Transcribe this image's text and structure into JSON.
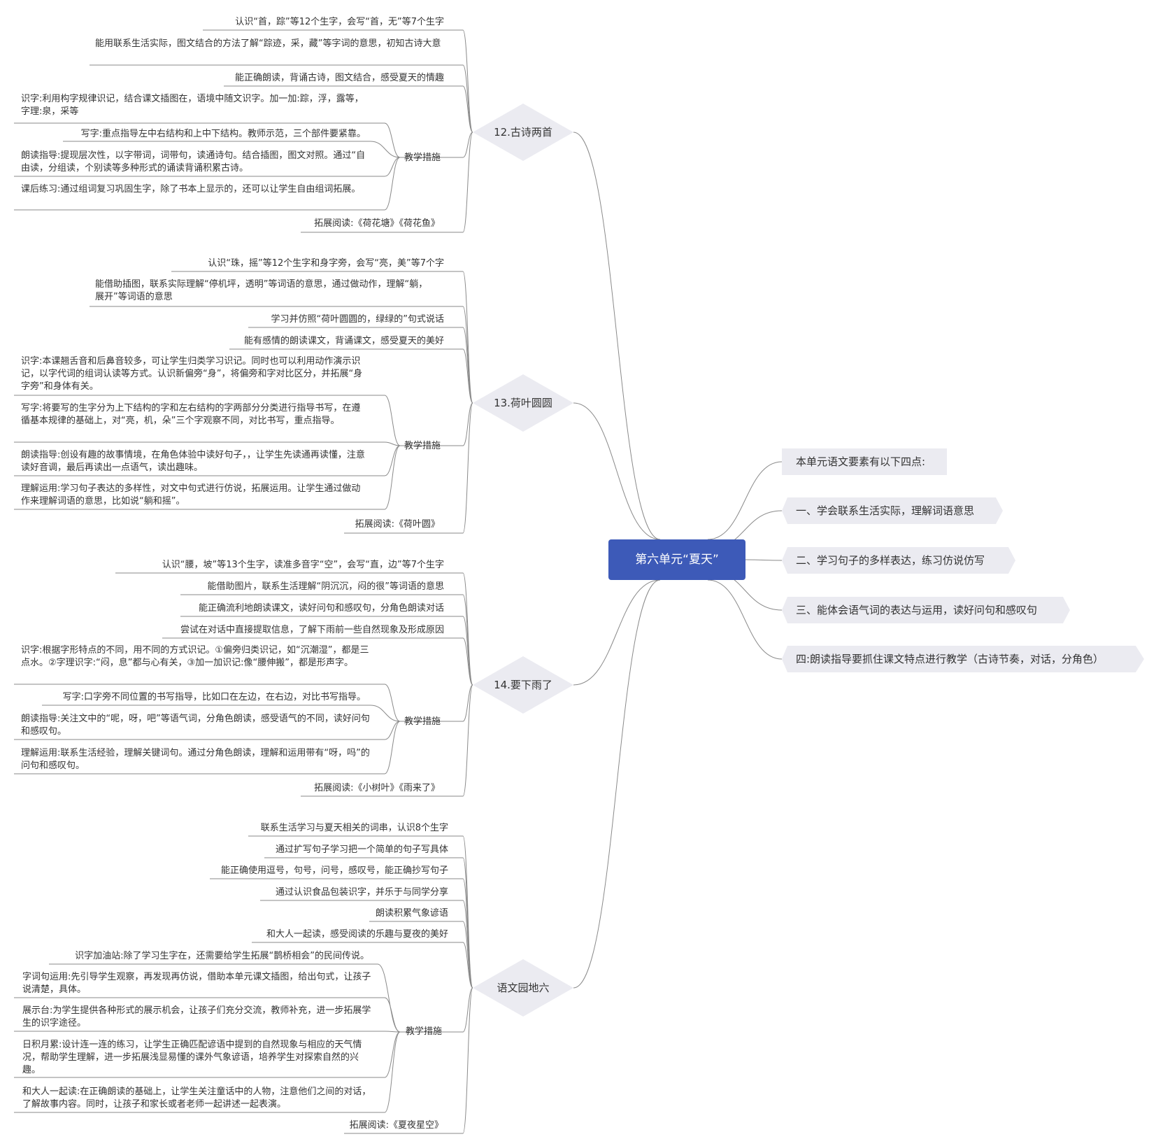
{
  "root": {
    "label": "第六单元“夏天”"
  },
  "right": [
    "本单元语文要素有以下四点:",
    "一、学会联系生活实际，理解词语意思",
    "二、学习句子的多样表达，练习仿说仿写",
    "三、能体会语气词的表达与运用，读好问句和感叹句",
    "四:朗读指导要抓住课文特点进行教学（古诗节奏，对话，分角色）"
  ],
  "branches": [
    {
      "label": "12.古诗两首",
      "goals": [
        "认识“首，踪”等12个生字，会写“首，无”等7个生字",
        "能用联系生活实际，图文结合的方法了解“踪迹，采，藏”等字词的意思，初知古诗大意",
        "能正确朗读，背诵古诗，图文结合，感受夏天的情趣"
      ],
      "measures_label": "教学措施",
      "measures": [
        "识字:利用构字规律识记，结合课文插图在，语境中随文识字。加一加:踪，浮，露等，字理:泉，采等",
        "写字:重点指导左中右结构和上中下结构。教师示范，三个部件要紧靠。",
        "朗读指导:提现层次性，以字带词，词带句，读通诗句。结合插图，图文对照。通过“自由读，分组读，个别读等多种形式的诵读背诵积累古诗。",
        "课后练习:通过组词复习巩固生字，除了书本上显示的，还可以让学生自由组词拓展。"
      ],
      "extended": "拓展阅读:《荷花塘》《荷花鱼》"
    },
    {
      "label": "13.荷叶圆圆",
      "goals": [
        "认识“珠，摇”等12个生字和身字旁，会写“亮，美”等7个字",
        "能借助插图，联系实际理解“停机坪，透明”等词语的意思，通过做动作，理解“躺，展开”等词语的意思",
        "学习并仿照“荷叶圆圆的，绿绿的”句式说话",
        "能有感情的朗读课文，背诵课文，感受夏天的美好"
      ],
      "measures_label": "教学措施",
      "measures": [
        "识字:本课翘舌音和后鼻音较多，可让学生归类学习识记。同时也可以利用动作演示识记，以字代词的组词认读等方式。认识新偏旁“身”，将偏旁和字对比区分，并拓展“身字旁”和身体有关。",
        "写字:将要写的生字分为上下结构的字和左右结构的字两部分分类进行指导书写，在遵循基本规律的基础上，对“亮，机，朵”三个字观察不同，对比书写，重点指导。",
        "朗读指导:创设有趣的故事情境，在角色体验中读好句子，，让学生先读通再读懂，注意读好音调，最后再读出一点语气，读出趣味。",
        "理解运用:学习句子表达的多样性，对文中句式进行仿说，拓展运用。让学生通过做动作来理解词语的意思，比如说“躺和摇”。"
      ],
      "extended": "拓展阅读:《荷叶圆》"
    },
    {
      "label": "14.要下雨了",
      "goals": [
        "认识“腰，坡”等13个生字，读准多音字“空”，会写“直，边”等7个生字",
        "能借助图片，联系生活理解“阴沉沉，闷的很”等词语的意思",
        "能正确流利地朗读课文，读好问句和感叹句，分角色朗读对话",
        "尝试在对话中直接提取信息，了解下雨前一些自然现象及形成原因"
      ],
      "measures_label": "教学措施",
      "measures": [
        "识字:根据字形特点的不同，用不同的方式识记。①偏旁归类识记，如“沉潮湿”，都是三点水。②字理识字:“闷，息”都与心有关，③加一加识记:像“腰伸搬”，都是形声字。",
        "写字:口字旁不同位置的书写指导，比如口在左边，在右边，对比书写指导。",
        "朗读指导:关注文中的“呢，呀，吧”等语气词，分角色朗读，感受语气的不同，读好问句和感叹句。",
        "理解运用:联系生活经验，理解关键词句。通过分角色朗读，理解和运用带有“呀，吗”的问句和感叹句。"
      ],
      "extended": "拓展阅读:《小树叶》《雨来了》"
    },
    {
      "label": "语文园地六",
      "goals": [
        "联系生活学习与夏天相关的词串，认识8个生字",
        "通过扩写句子学习把一个简单的句子写具体",
        "能正确使用逗号，句号，问号，感叹号，能正确抄写句子",
        "通过认识食品包装识字，并乐于与同学分享",
        "朗读积累气象谚语",
        "和大人一起读，感受阅读的乐趣与夏夜的美好"
      ],
      "measures_label": "教学措施",
      "measures": [
        "识字加油站:除了学习生字在，还需要给学生拓展“鹊桥相会”的民间传说。",
        "字词句运用:先引导学生观察，再发现再仿说，借助本单元课文插图，给出句式，让孩子说清楚，具体。",
        "展示台:为学生提供各种形式的展示机会，让孩子们充分交流，教师补充，进一步拓展学生的识字途径。",
        "日积月累:设计连一连的练习，让学生正确匹配谚语中提到的自然现象与相应的天气情况，帮助学生理解，进一步拓展浅显易懂的课外气象谚语，培养学生对探索自然的兴趣。",
        "和大人一起读:在正确朗读的基础上，让学生关注童话中的人物，注意他们之间的对话，了解故事内容。同时，让孩子和家长或者老师一起讲述一起表演。"
      ],
      "extended": "拓展阅读:《夏夜星空》"
    }
  ]
}
